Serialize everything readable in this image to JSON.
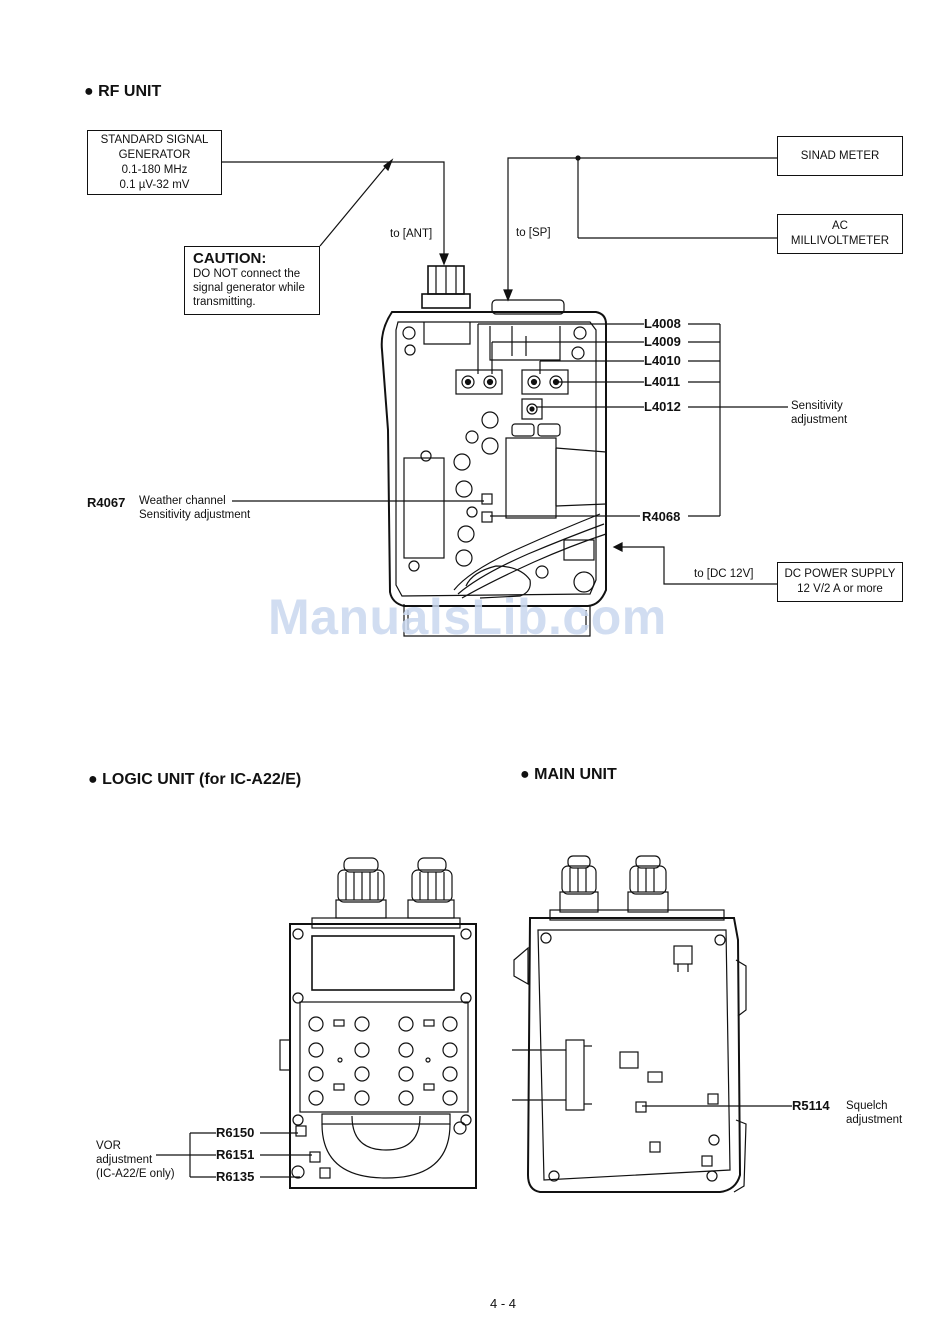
{
  "rf_unit": {
    "heading": "RF UNIT",
    "signal_generator": [
      "STANDARD SIGNAL",
      "GENERATOR",
      "0.1-180 MHz",
      "0.1 µV-32 mV"
    ],
    "caution_title": "CAUTION:",
    "caution_lines": [
      "DO NOT connect the",
      "signal generator while",
      "transmitting."
    ],
    "sinad_meter": "SINAD METER",
    "ac_millivoltmeter": [
      "AC",
      "MILLIVOLTMETER"
    ],
    "to_ant": "to [ANT]",
    "to_sp": "to [SP]",
    "to_dc": "to [DC 12V]",
    "dc_power_supply": [
      "DC POWER SUPPLY",
      "12 V/2 A or more"
    ],
    "coils": [
      "L4008",
      "L4009",
      "L4010",
      "L4011",
      "L4012"
    ],
    "sensitivity_adjustment": [
      "Sensitivity",
      "adjustment"
    ],
    "r4067": "R4067",
    "weather_channel": [
      "Weather channel",
      "Sensitivity adjustment"
    ],
    "r4068": "R4068"
  },
  "watermark": "ManualsLib.com",
  "logic_unit": {
    "heading": "LOGIC UNIT (for IC-A22/E)",
    "vor_adjustment": [
      "VOR",
      "adjustment",
      "(IC-A22/E only)"
    ],
    "resistors": [
      "R6150",
      "R6151",
      "R6135"
    ]
  },
  "main_unit": {
    "heading": "MAIN UNIT",
    "r5114": "R5114",
    "squelch_adjustment": [
      "Squelch",
      "adjustment"
    ]
  },
  "page_number": "4 - 4"
}
